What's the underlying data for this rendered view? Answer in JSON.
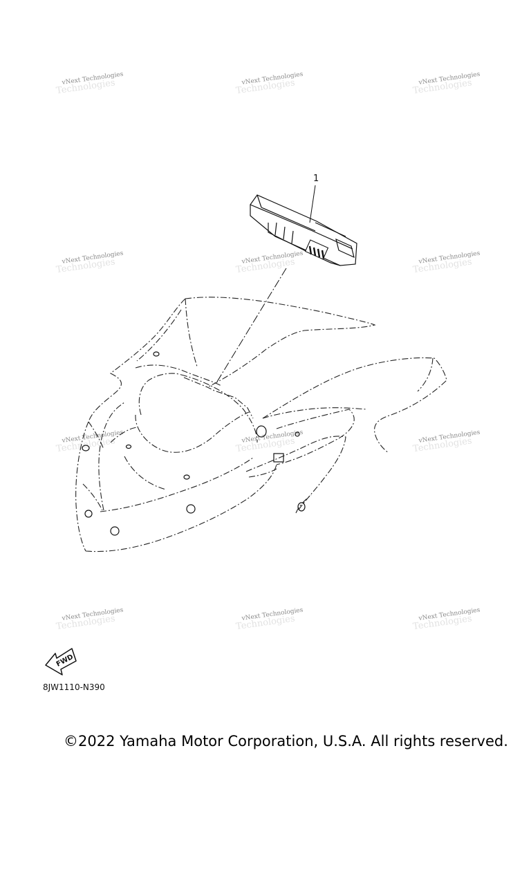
{
  "watermark": {
    "line1": "vNext Technologies",
    "line2": "Technologies"
  },
  "callouts": [
    {
      "number": "1"
    }
  ],
  "fwd_badge": {
    "label": "FWD"
  },
  "part_code": "8JW1110-N390",
  "copyright": "©2022 Yamaha Motor Corporation, U.S.A. All rights reserved."
}
